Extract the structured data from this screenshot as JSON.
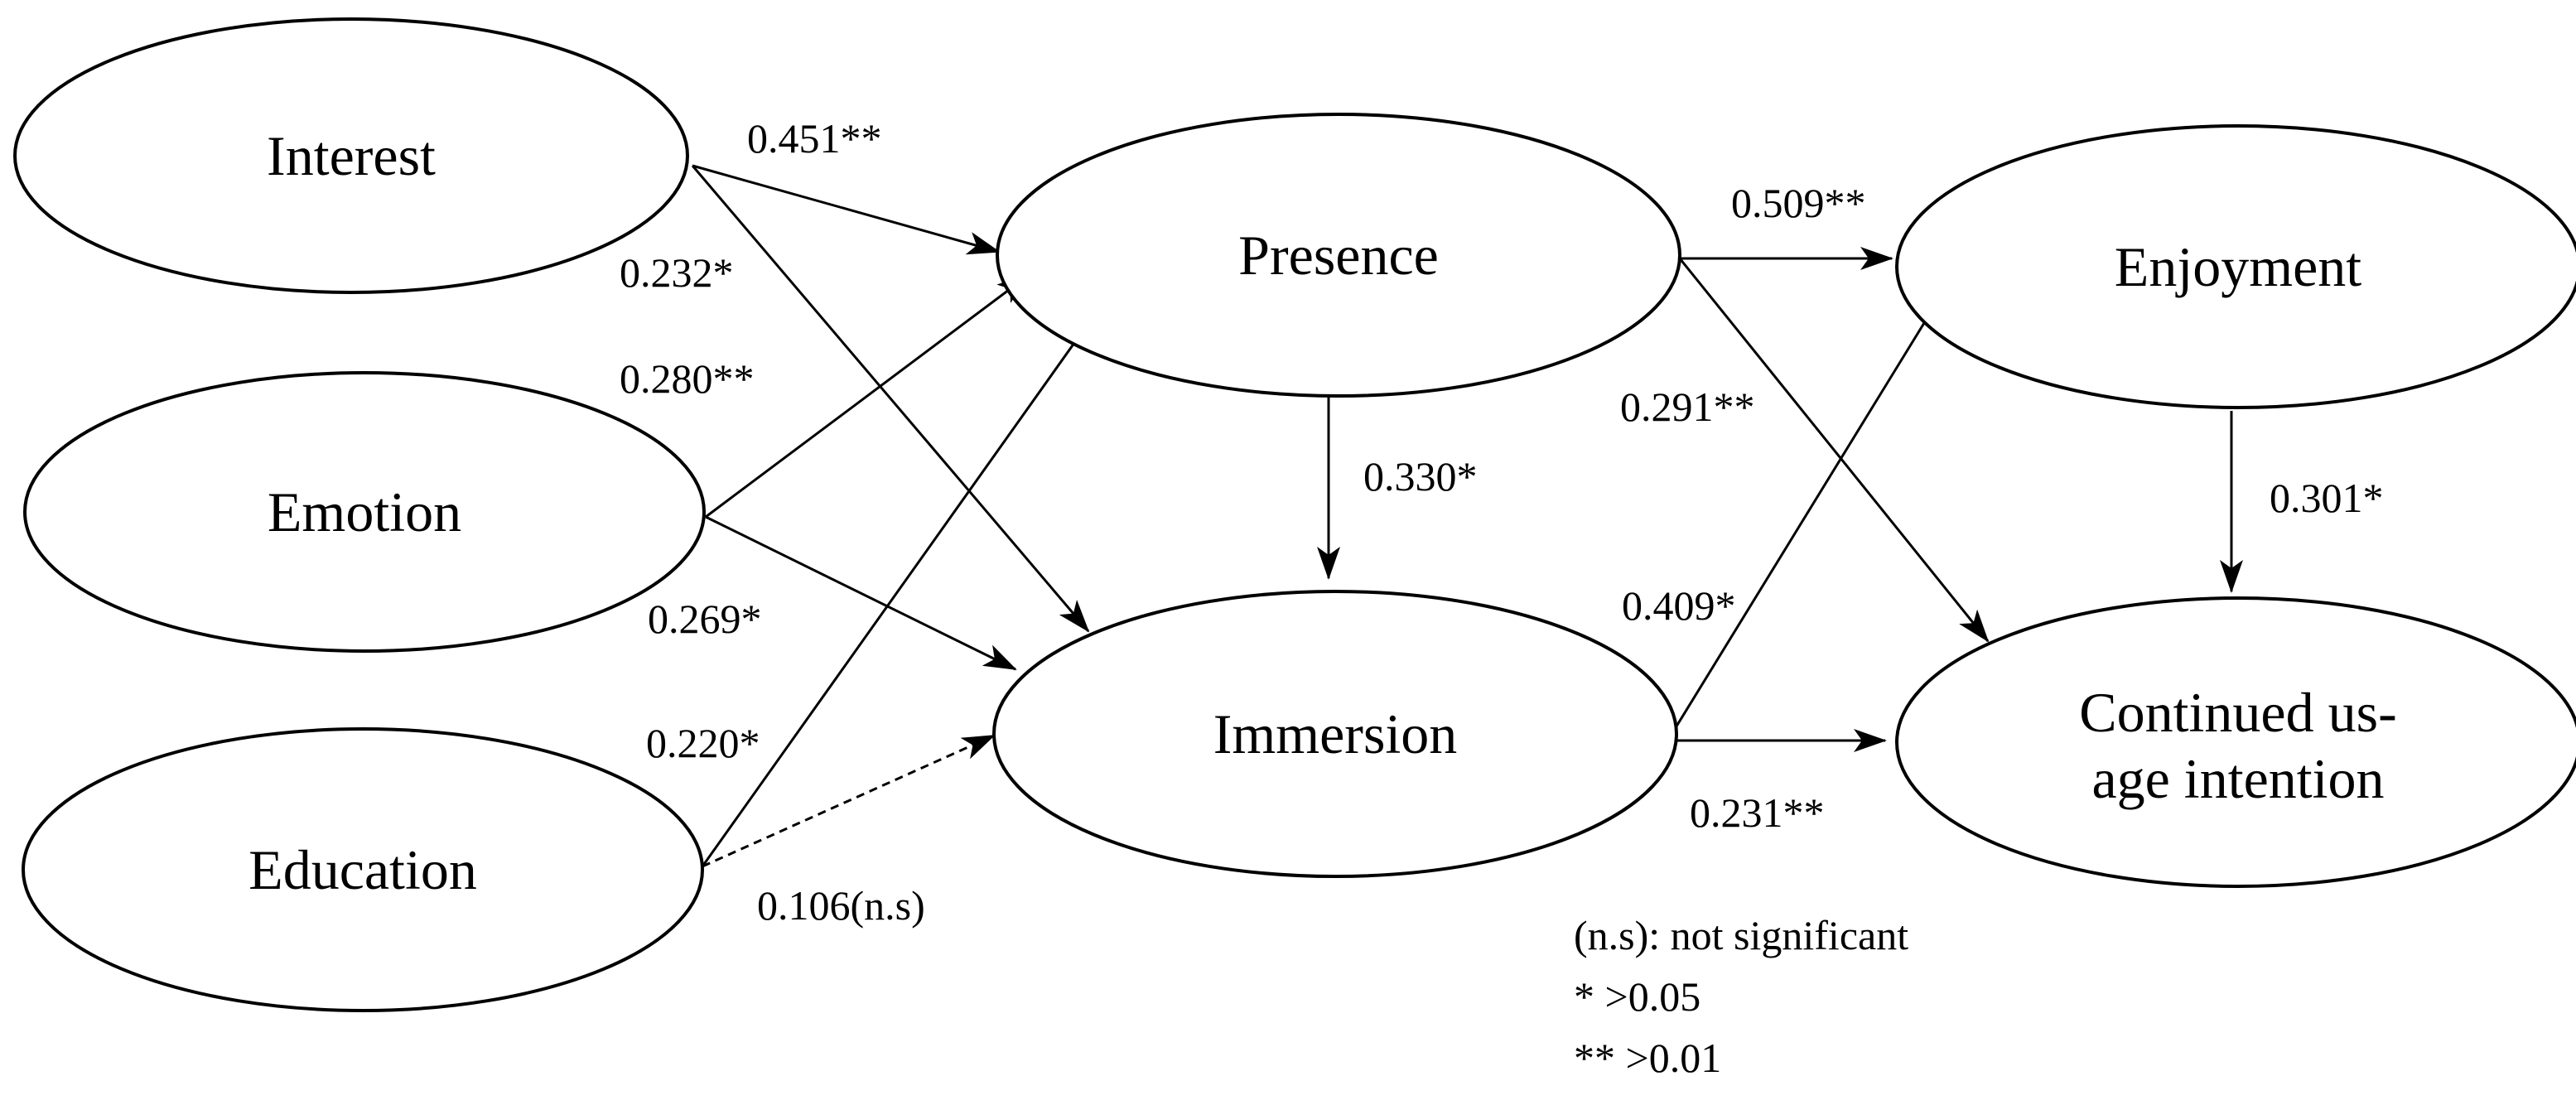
{
  "nodes": {
    "interest": "Interest",
    "emotion": "Emotion",
    "education": "Education",
    "presence": "Presence",
    "immersion": "Immersion",
    "enjoyment": "Enjoyment",
    "continued_line1": "Continued us-",
    "continued_line2": "age intention"
  },
  "paths": {
    "interest_presence": "0.451**",
    "interest_immersion": "0.232*",
    "emotion_presence": "0.280**",
    "emotion_immersion": "0.269*",
    "education_presence": "0.220*",
    "education_immersion": "0.106(n.s)",
    "presence_immersion": "0.330*",
    "presence_enjoyment": "0.509**",
    "presence_continued": "0.291**",
    "immersion_enjoyment": "0.409*",
    "immersion_continued": "0.231**",
    "enjoyment_continued": "0.301*"
  },
  "edge_styles": {
    "education_immersion": "dashed (not significant)"
  },
  "legend": {
    "ns": "(n.s): not significant",
    "one_star": "* >0.05",
    "two_star": "** >0.01"
  }
}
